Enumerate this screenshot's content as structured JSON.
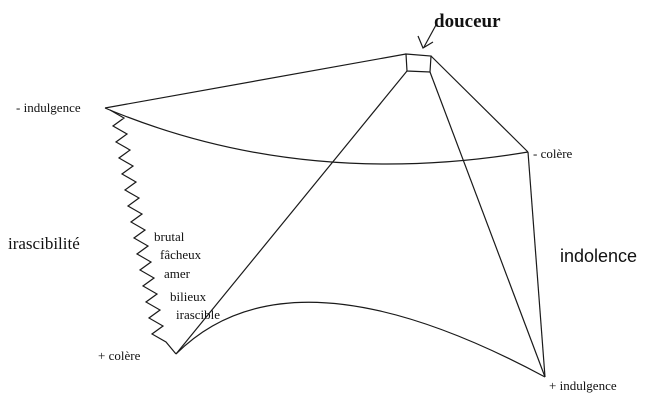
{
  "labels": {
    "douceur": "douceur",
    "minus_indulgence": "- indulgence",
    "minus_colere": "- colère",
    "plus_colere": "+ colère",
    "plus_indulgence": "+ indulgence",
    "irascibilite": "irascibilité",
    "indolence": "indolence"
  },
  "scale_terms": [
    "brutal",
    "fâcheux",
    "amer",
    "bilieux",
    "irascible"
  ],
  "colors": {
    "ink": "#1a1a1a",
    "background": "#ffffff"
  }
}
